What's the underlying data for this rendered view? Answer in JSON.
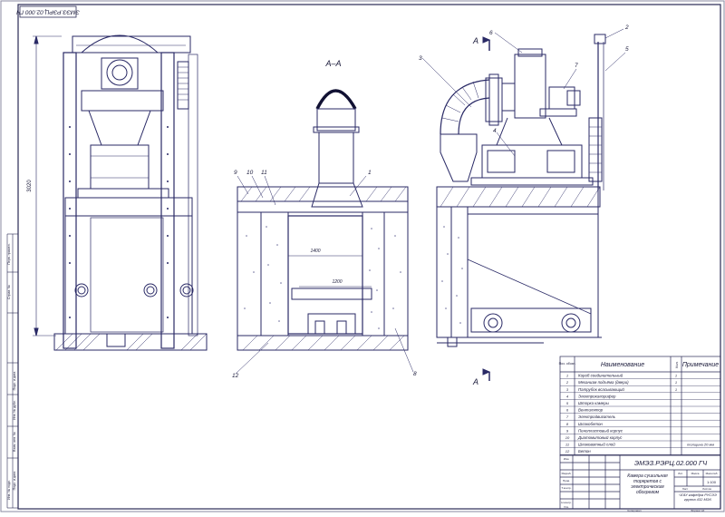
{
  "drawing": {
    "code_rotated": "ЭМЭЗ.РЭРЦ.02.000 ГЧ",
    "dimension_height": "3020",
    "section_label": "A–A",
    "section_mark": "A",
    "dim_1400": "1400",
    "dim_1200": "1200",
    "callouts": {
      "c1": "1",
      "c2": "2",
      "c3": "3",
      "c4": "4",
      "c5": "5",
      "c6": "6",
      "c7": "7",
      "c8": "8",
      "c9": "9",
      "c10": "10",
      "c11": "11",
      "c12": "12"
    }
  },
  "spec_table": {
    "headers": {
      "pos": "Поз. обозн.",
      "name": "Наименование",
      "qty": "Кол.",
      "note": "Примечание"
    },
    "rows": [
      {
        "pos": "1",
        "name": "Короб соединительный",
        "qty": "1",
        "note": ""
      },
      {
        "pos": "2",
        "name": "Механизм подъёма (двери)",
        "qty": "1",
        "note": ""
      },
      {
        "pos": "3",
        "name": "Патрубок всасывающий",
        "qty": "1",
        "note": ""
      },
      {
        "pos": "4",
        "name": "Электрокалорифер",
        "qty": "",
        "note": ""
      },
      {
        "pos": "5",
        "name": "Шторка камеры",
        "qty": "",
        "note": ""
      },
      {
        "pos": "6",
        "name": "Вентилятор",
        "qty": "",
        "note": ""
      },
      {
        "pos": "7",
        "name": "Электродвигатель",
        "qty": "",
        "note": ""
      },
      {
        "pos": "8",
        "name": "Шлакобетон",
        "qty": "",
        "note": ""
      },
      {
        "pos": "9",
        "name": "Пенопластовый корпус",
        "qty": "",
        "note": ""
      },
      {
        "pos": "10",
        "name": "Диатомитовый корпус",
        "qty": "",
        "note": ""
      },
      {
        "pos": "11",
        "name": "Шлаковатный слой",
        "qty": "",
        "note": "толщина 20 мм"
      },
      {
        "pos": "12",
        "name": "Бетон",
        "qty": "",
        "note": ""
      }
    ]
  },
  "title_block": {
    "code": "ЭМЭЗ.РЭРЦ.02.000 ГЧ",
    "title": "Камера сушильная торкретов с электрическим обогревом",
    "lit_hdr": "Лит.",
    "mass_hdr": "Масса",
    "scale_hdr": "Масштаб",
    "scale": "1:100",
    "sheet": "Лист",
    "sheets": "Листов",
    "org": "ЧГАУ кафедра РУСЭЭ группа 432 МЭХ",
    "roles": [
      "Изм.",
      "Разраб.",
      "Пров.",
      "Т.контр.",
      "Н.контр.",
      "Утв."
    ],
    "copy": "Копировал",
    "format": "Формат А1"
  },
  "left_strip": {
    "labels": [
      "Перв. примен.",
      "Справ. №",
      "Подп. и дата",
      "Инв. № дубл.",
      "Взам. инв. №",
      "Подп. и дата",
      "Инв. № подл."
    ]
  }
}
